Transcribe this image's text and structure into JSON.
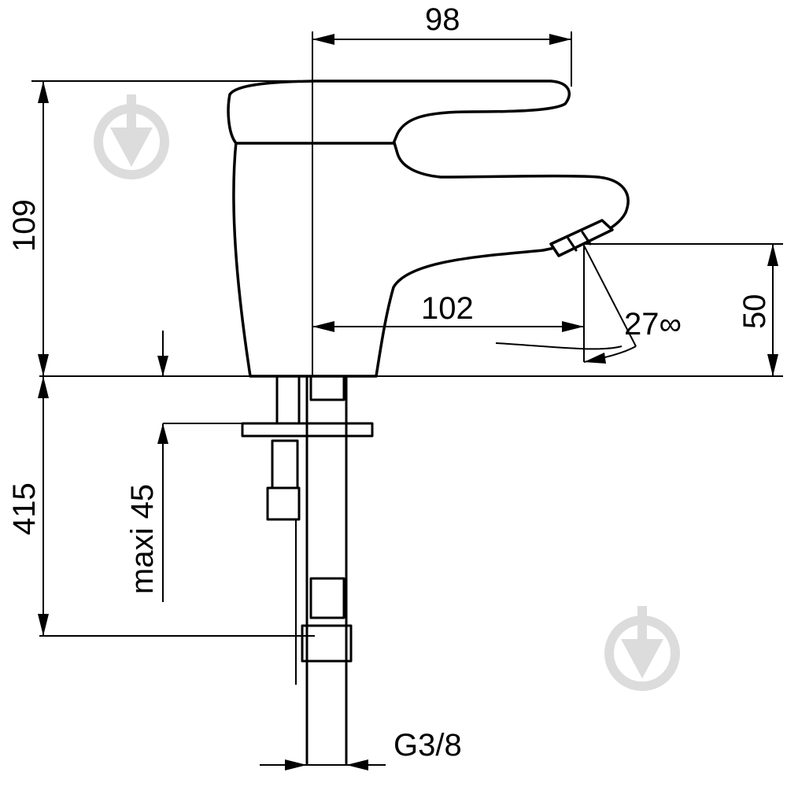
{
  "dimensions": {
    "top_width": "98",
    "total_height": "109",
    "spout_reach": "102",
    "spout_height": "50",
    "angle": "27∞",
    "below_counter": "415",
    "max_thickness": "maxi 45",
    "thread": "G3/8"
  },
  "watermarks": {
    "top_left": "drop-icon",
    "bottom_right": "drop-icon"
  },
  "colors": {
    "line": "#000000",
    "watermark": "#dcdcdc",
    "background": "#ffffff"
  }
}
